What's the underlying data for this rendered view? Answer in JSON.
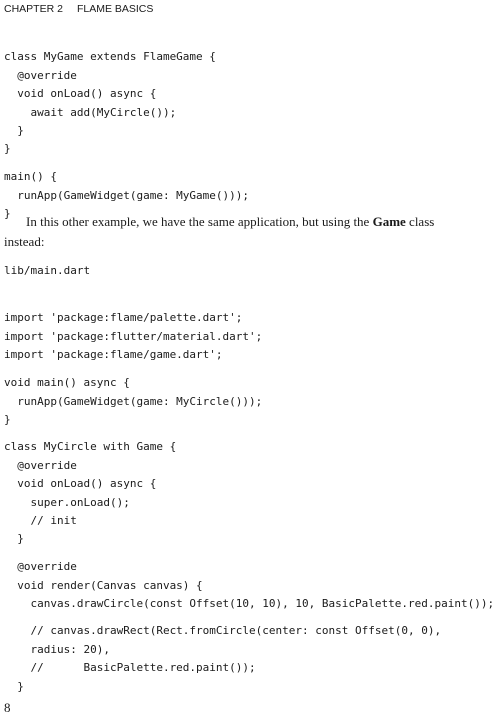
{
  "header": {
    "chapter": "CHAPTER 2",
    "title": "FLAME BASICS"
  },
  "code_block_1": [
    "class MyGame extends FlameGame {",
    "  @override",
    "  void onLoad() async {",
    "    await add(MyCircle());",
    "  }",
    "}",
    "main() {",
    "  runApp(GameWidget(game: MyGame()));",
    "}"
  ],
  "paragraph": {
    "before": "In this other example, we have the same application, but using the ",
    "bold": "Game",
    "after": " class instead:"
  },
  "file_name": "lib/main.dart",
  "imports": [
    "import 'package:flame/palette.dart';",
    "import 'package:flutter/material.dart';",
    "import 'package:flame/game.dart';"
  ],
  "main_func": [
    "void main() async {",
    "  runApp(GameWidget(game: MyCircle()));",
    "}"
  ],
  "class_block": [
    "class MyCircle with Game {",
    "  @override",
    "  void onLoad() async {",
    "    super.onLoad();",
    "    // init",
    "  }"
  ],
  "render_block": [
    "  @override",
    "  void render(Canvas canvas) {",
    "    canvas.drawCircle(const Offset(10, 10), 10, BasicPalette.red.paint());"
  ],
  "comment_block": [
    "    // canvas.drawRect(Rect.fromCircle(center: const Offset(0, 0),",
    "    radius: 20),",
    "    //      BasicPalette.red.paint());",
    "  }"
  ],
  "page_number": "8"
}
